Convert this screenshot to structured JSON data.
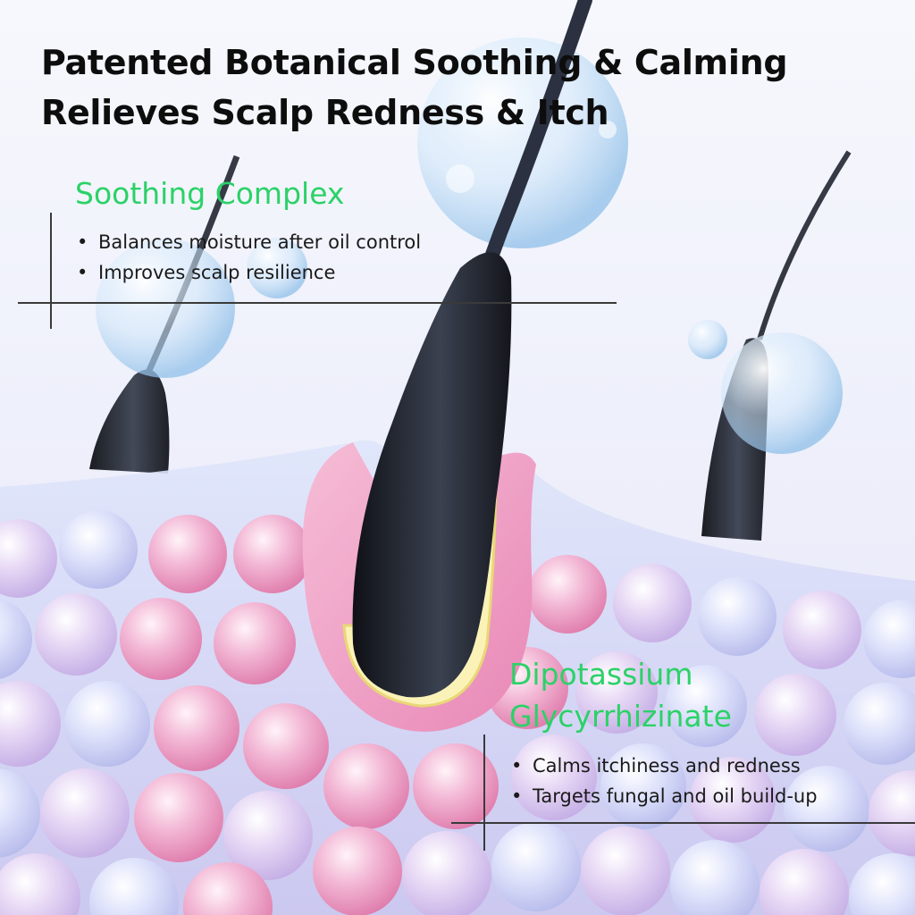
{
  "headline": {
    "line1": "Patented Botanical Soothing & Calming",
    "line2": "Relieves Scalp Redness & Itch"
  },
  "blocks": [
    {
      "title": "Soothing Complex",
      "bullets": [
        "Balances moisture after oil control",
        "Improves scalp resilience"
      ]
    },
    {
      "title_line1": "Dipotassium",
      "title_line2": "Glycyrrhizinate",
      "bullets": [
        "Calms itchiness and redness",
        "Targets fungal and oil build-up"
      ]
    }
  ],
  "colors": {
    "accent_green": "#2bd267",
    "headline_text": "#0d0d0d",
    "hair": "#1c1f26",
    "skin_pink": "#f2a9c9",
    "cell_lilac": "#d7cdf3",
    "follicle_yellow": "#fbf2b8"
  }
}
